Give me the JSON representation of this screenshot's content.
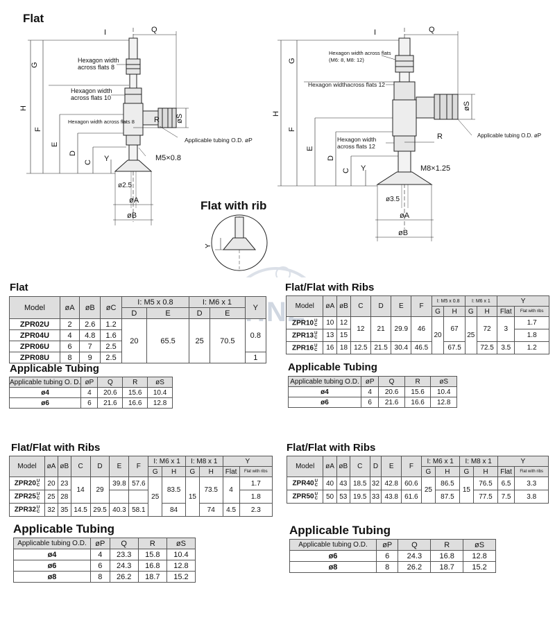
{
  "drawings": {
    "left_title": "Flat",
    "rib_title": "Flat with rib",
    "left": {
      "hex8": [
        "Hexagon width",
        "across flats 8"
      ],
      "hex10": [
        "Hexagon width",
        "across flats 10"
      ],
      "hex8b": "Hexagon width across flats 8",
      "tubing": "Applicable tubing O.D. øP",
      "thread": "M5×0.8",
      "d25": "ø2.5",
      "dA": "øA",
      "dB": "øB",
      "dS": "øS",
      "I": "I",
      "Q": "Q",
      "G": "G",
      "H": "H",
      "F": "F",
      "E": "E",
      "D": "D",
      "C": "C",
      "Y": "Y",
      "R": "R"
    },
    "right": {
      "hex_m": [
        "Hexagon width across flats",
        "(M6: 8, M8: 12)"
      ],
      "hex12a": "Hexagon widthacross flats 12",
      "hex12b": [
        "Hexagon width",
        "across flats 12"
      ],
      "tubing": "Applicable tubing O.D. øP",
      "thread": "M8×1.25",
      "d35": "ø3.5",
      "dA": "øA",
      "dB": "øB",
      "dS": "øS",
      "I": "I",
      "Q": "Q",
      "G": "G",
      "H": "H",
      "F": "F",
      "E": "E",
      "D": "D",
      "C": "C",
      "Y": "Y",
      "R": "R"
    },
    "watermark": "HNZ"
  },
  "table1": {
    "title": "Flat",
    "h": {
      "model": "Model",
      "A": "øA",
      "B": "øB",
      "C": "øC",
      "i1": "I: M5 x 0.8",
      "i2": "I: M6 x 1",
      "D": "D",
      "E": "E",
      "D2": "D",
      "E2": "E",
      "Y": "Y"
    },
    "rows": [
      {
        "m": "ZPR02U",
        "a": "2",
        "b": "2.6",
        "c": "1.2"
      },
      {
        "m": "ZPR04U",
        "a": "4",
        "b": "4.8",
        "c": "1.6"
      },
      {
        "m": "ZPR06U",
        "a": "6",
        "b": "7",
        "c": "2.5"
      },
      {
        "m": "ZPR08U",
        "a": "8",
        "b": "9",
        "c": "2.5"
      }
    ],
    "merged": {
      "d": "20",
      "e": "65.5",
      "d2": "25",
      "e2": "70.5",
      "y1": "0.8",
      "y2": "1"
    }
  },
  "tubing1": {
    "title": "Applicable Tubing",
    "h": [
      "Applicable tubing O. D.",
      "øP",
      "Q",
      "R",
      "øS"
    ],
    "rows": [
      [
        "ø4",
        "4",
        "20.6",
        "15.6",
        "10.4"
      ],
      [
        "ø6",
        "6",
        "21.6",
        "16.6",
        "12.8"
      ]
    ]
  },
  "table2": {
    "title": "Flat/Flat with Ribs",
    "h": {
      "model": "Model",
      "A": "øA",
      "B": "øB",
      "C": "C",
      "D": "D",
      "E": "E",
      "F": "F",
      "i1": "I: M5 x 0.8",
      "i2": "I: M6 x 1",
      "Y": "Y",
      "G": "G",
      "H": "H",
      "G2": "G",
      "H2": "H",
      "flat": "Flat",
      "rib": "Flat with ribs"
    },
    "rows": [
      {
        "m": "ZPR10",
        "a": "10",
        "b": "12",
        "y": "1.7"
      },
      {
        "m": "ZPR13",
        "a": "13",
        "b": "15",
        "y": "1.8"
      },
      {
        "m": "ZPR16",
        "a": "16",
        "b": "18",
        "c": "12.5",
        "d": "21.5",
        "e": "30.4",
        "f": "46.5",
        "h": "67.5",
        "h2": "72.5",
        "flat": "3.5",
        "y": "1.2"
      }
    ],
    "merged": {
      "c": "12",
      "d": "21",
      "e": "29.9",
      "f": "46",
      "g": "20",
      "h": "67",
      "g2": "25",
      "h2": "72",
      "flat": "3"
    }
  },
  "tubing2": {
    "title": "Applicable Tubing",
    "h": [
      "Applicable tubing O.D.",
      "øP",
      "Q",
      "R",
      "øS"
    ],
    "rows": [
      [
        "ø4",
        "4",
        "20.6",
        "15.6",
        "10.4"
      ],
      [
        "ø6",
        "6",
        "21.6",
        "16.6",
        "12.8"
      ]
    ]
  },
  "table3": {
    "title": "Flat/Flat with Ribs",
    "h": {
      "model": "Model",
      "A": "øA",
      "B": "øB",
      "C": "C",
      "D": "D",
      "E": "E",
      "F": "F",
      "i1": "I: M6 x 1",
      "i2": "I: M8 x 1",
      "Y": "Y",
      "G": "G",
      "H": "H",
      "G2": "G",
      "H2": "H",
      "flat": "Flat",
      "rib": "Flat with ribs"
    },
    "rows": [
      {
        "m": "ZPR20",
        "a": "20",
        "b": "23",
        "e": "39.8",
        "f": "57.6",
        "y": "1.7"
      },
      {
        "m": "ZPR25",
        "a": "25",
        "b": "28",
        "y": "1.8"
      },
      {
        "m": "ZPR32",
        "a": "32",
        "b": "35",
        "c": "14.5",
        "d": "29.5",
        "e": "40.3",
        "f": "58.1",
        "h": "84",
        "h2": "74",
        "flat": "4.5",
        "y": "2.3"
      }
    ],
    "merged": {
      "c": "14",
      "d": "29",
      "g": "25",
      "h": "83.5",
      "g2": "15",
      "h2": "73.5",
      "flat": "4"
    }
  },
  "tubing3": {
    "title": "Applicable Tubing",
    "h": [
      "Applicable tubing O.D.",
      "øP",
      "Q",
      "R",
      "øS"
    ],
    "rows": [
      [
        "ø4",
        "4",
        "23.3",
        "15.8",
        "10.4"
      ],
      [
        "ø6",
        "6",
        "24.3",
        "16.8",
        "12.8"
      ],
      [
        "ø8",
        "8",
        "26.2",
        "18.7",
        "15.2"
      ]
    ]
  },
  "table4": {
    "title": "Flat/Flat with Ribs",
    "h": {
      "model": "Model",
      "A": "øA",
      "B": "øB",
      "C": "C",
      "D": "D",
      "E": "E",
      "F": "F",
      "i1": "I: M6 x 1",
      "i2": "I: M8 x 1",
      "Y": "Y",
      "G": "G",
      "H": "H",
      "G2": "G",
      "H2": "H",
      "flat": "Flat",
      "rib": "Flat with ribs"
    },
    "rows": [
      {
        "m": "ZPR40",
        "a": "40",
        "b": "43",
        "c": "18.5",
        "d": "32",
        "e": "42.8",
        "f": "60.6",
        "h": "86.5",
        "h2": "76.5",
        "flat": "6.5",
        "y": "3.3"
      },
      {
        "m": "ZPR50",
        "a": "50",
        "b": "53",
        "c": "19.5",
        "d": "33",
        "e": "43.8",
        "f": "61.6",
        "h": "87.5",
        "h2": "77.5",
        "flat": "7.5",
        "y": "3.8"
      }
    ],
    "merged": {
      "g": "25",
      "g2": "15"
    }
  },
  "tubing4": {
    "title": "Applicable Tubing",
    "h": [
      "Applicable tubing O.D.",
      "øP",
      "Q",
      "R",
      "øS"
    ],
    "rows": [
      [
        "ø6",
        "6",
        "24.3",
        "16.8",
        "12.8"
      ],
      [
        "ø8",
        "8",
        "26.2",
        "18.7",
        "15.2"
      ]
    ]
  },
  "uc_mark": [
    "U",
    "C"
  ]
}
